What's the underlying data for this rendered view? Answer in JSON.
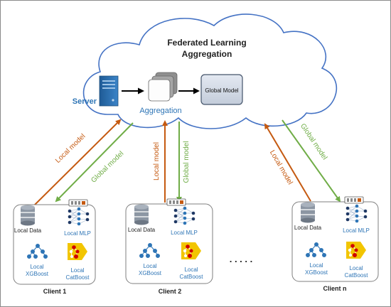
{
  "cloud": {
    "title_line1": "Federated Learning",
    "title_line2": "Aggregation",
    "server_label": "Server",
    "aggregation_label": "Aggregation",
    "global_model_label": "Global Model"
  },
  "arrows": {
    "local_model": "Local model",
    "global_model": "Global model"
  },
  "clients": [
    {
      "name": "Client 1",
      "local_data": "Local Data",
      "local_mlp": "Local MLP",
      "xgb_line1": "Local",
      "xgb_line2": "XGBoost",
      "cat_line1": "Local",
      "cat_line2": "CatBoost"
    },
    {
      "name": "Client 2",
      "local_data": "Local Data",
      "local_mlp": "Local MLP",
      "xgb_line1": "Local",
      "xgb_line2": "XGBoost",
      "cat_line1": "Local",
      "cat_line2": "CatBoost"
    },
    {
      "name": "Client n",
      "local_data": "Local Data",
      "local_mlp": "Local MLP",
      "xgb_line1": "Local",
      "xgb_line2": "XGBoost",
      "cat_line1": "Local",
      "cat_line2": "CatBoost"
    }
  ],
  "ellipsis": ". . . . .",
  "colors": {
    "local_arrow": "#c55a11",
    "global_arrow": "#70ad47",
    "server": "#2e75b6",
    "label_blue": "#2e75b6",
    "cloud_stroke": "#4472c4",
    "catboost": "#f2c500"
  }
}
